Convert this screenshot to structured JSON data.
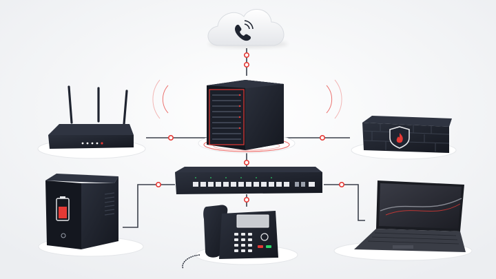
{
  "diagram": {
    "title": "",
    "nodes": [
      {
        "id": "cloud",
        "icon": "voip-cloud-icon"
      },
      {
        "id": "server",
        "icon": "tower-server-icon"
      },
      {
        "id": "router",
        "icon": "wifi-router-icon"
      },
      {
        "id": "firewall",
        "icon": "firewall-icon"
      },
      {
        "id": "switch",
        "icon": "network-switch-icon"
      },
      {
        "id": "ups",
        "icon": "ups-battery-icon"
      },
      {
        "id": "ip-phone",
        "icon": "desk-phone-icon"
      },
      {
        "id": "laptop",
        "icon": "laptop-icon"
      }
    ],
    "edges": [
      [
        "cloud",
        "server"
      ],
      [
        "server",
        "router"
      ],
      [
        "server",
        "firewall"
      ],
      [
        "server",
        "switch"
      ],
      [
        "switch",
        "ups"
      ],
      [
        "switch",
        "ip-phone"
      ],
      [
        "switch",
        "laptop"
      ]
    ]
  },
  "colors": {
    "accent": "#e53935",
    "device": "#1f2430",
    "device_dark": "#14171f",
    "platform": "#ffffff",
    "cable": "#3a3f4a",
    "background": "#f4f5f7",
    "battery_fill": "#e53935",
    "laptop_screen": "#2b2d36"
  }
}
